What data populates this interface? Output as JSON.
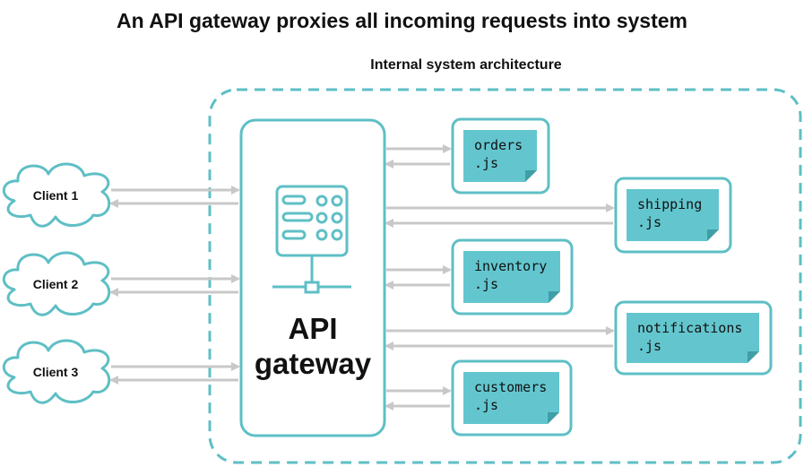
{
  "title": "An API gateway proxies all incoming requests into system",
  "boundary_label": "Internal system architecture",
  "gateway": {
    "line1": "API",
    "line2": "gateway",
    "icon": "server-icon"
  },
  "clients": [
    {
      "label": "Client 1"
    },
    {
      "label": "Client 2"
    },
    {
      "label": "Client 3"
    }
  ],
  "services": [
    {
      "line1": "orders",
      "line2": ".js"
    },
    {
      "line1": "shipping",
      "line2": ".js"
    },
    {
      "line1": "inventory",
      "line2": ".js"
    },
    {
      "line1": "notifications",
      "line2": ".js"
    },
    {
      "line1": "customers",
      "line2": ".js"
    }
  ],
  "colors": {
    "accent": "#5ebfc5",
    "note_fill": "#63c6cf",
    "note_fold": "#3f9ea6",
    "arrow": "#c8c8c8"
  }
}
